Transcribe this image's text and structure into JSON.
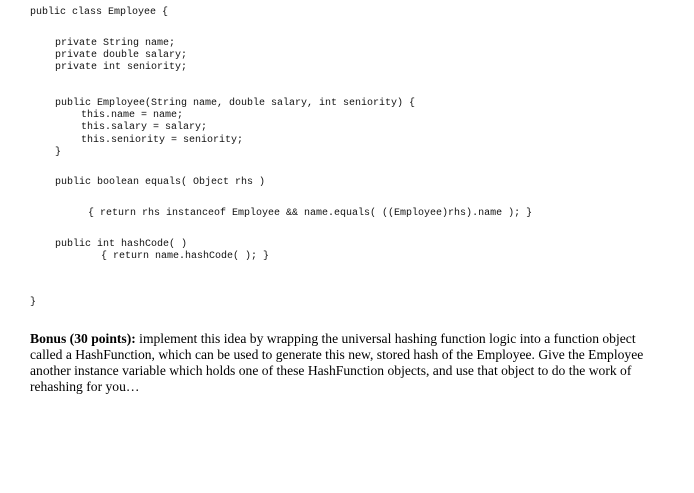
{
  "code": {
    "class_decl": "public class Employee {",
    "fields": [
      "private String name;",
      "private double salary;",
      "private int seniority;"
    ],
    "constructor": {
      "signature": "public Employee(String name, double salary, int seniority) {",
      "body": [
        "this.name = name;",
        "this.salary = salary;",
        "this.seniority = seniority;"
      ],
      "close": "}"
    },
    "equals": {
      "signature": "public boolean equals( Object rhs )",
      "body": "{ return rhs instanceof Employee && name.equals( ((Employee)rhs).name ); }"
    },
    "hashcode": {
      "signature": "public int hashCode( )",
      "body": "{ return name.hashCode( ); }"
    },
    "class_close": "}"
  },
  "bonus": {
    "label": "Bonus (30 points):",
    "text": " implement this idea by wrapping the universal hashing function logic into a function object called a HashFunction, which can be used to generate this new, stored hash of the Employee.  Give the Employee another instance variable which holds one of these HashFunction objects, and use that object to do the work of rehashing for you…"
  }
}
